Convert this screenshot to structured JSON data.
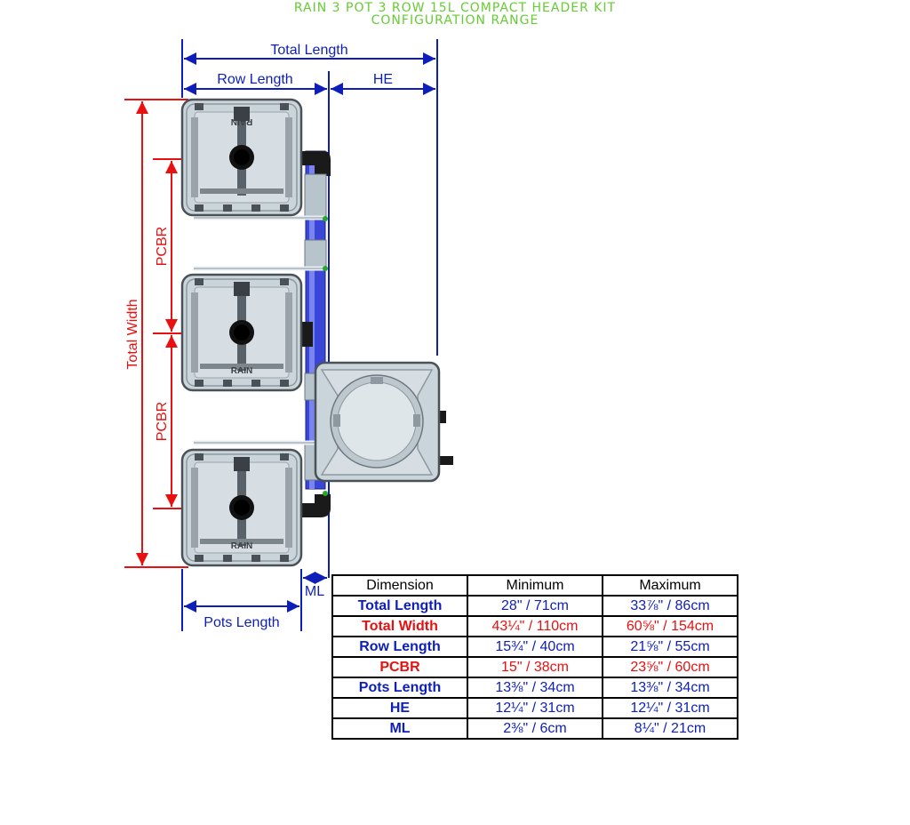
{
  "title": {
    "line1": "RAIN 3 POT 3 ROW 15L COMPACT HEADER KIT",
    "line2": "CONFIGURATION RANGE"
  },
  "labels": {
    "total_length": "Total Length",
    "row_length": "Row Length",
    "he": "HE",
    "total_width": "Total Width",
    "pcbr_1": "PCBR",
    "pcbr_2": "PCBR",
    "ml": "ML",
    "pots_length": "Pots Length"
  },
  "pot_brand": "RAIN",
  "colors": {
    "title": "#66cc33",
    "length_dims": "#0d1fb8",
    "width_dims": "#e81010",
    "pot_body": "#c9d4db",
    "tube": "#3a46d8"
  },
  "table": {
    "headers": [
      "Dimension",
      "Minimum",
      "Maximum"
    ],
    "rows": [
      {
        "dimension": "Total Length",
        "minimum": "28\" / 71cm",
        "maximum": "33⅞\" / 86cm",
        "color": "blue"
      },
      {
        "dimension": "Total Width",
        "minimum": "43¼\" / 110cm",
        "maximum": "60⅝\" / 154cm",
        "color": "red"
      },
      {
        "dimension": "Row Length",
        "minimum": "15¾\" / 40cm",
        "maximum": "21⅝\" / 55cm",
        "color": "blue"
      },
      {
        "dimension": "PCBR",
        "minimum": "15\" / 38cm",
        "maximum": "23⅝\" / 60cm",
        "color": "red"
      },
      {
        "dimension": "Pots Length",
        "minimum": "13⅜\" / 34cm",
        "maximum": "13⅜\" / 34cm",
        "color": "blue"
      },
      {
        "dimension": "HE",
        "minimum": "12¼\" / 31cm",
        "maximum": "12¼\" / 31cm",
        "color": "blue"
      },
      {
        "dimension": "ML",
        "minimum": "2⅜\" / 6cm",
        "maximum": "8¼\" / 21cm",
        "color": "blue"
      }
    ]
  }
}
